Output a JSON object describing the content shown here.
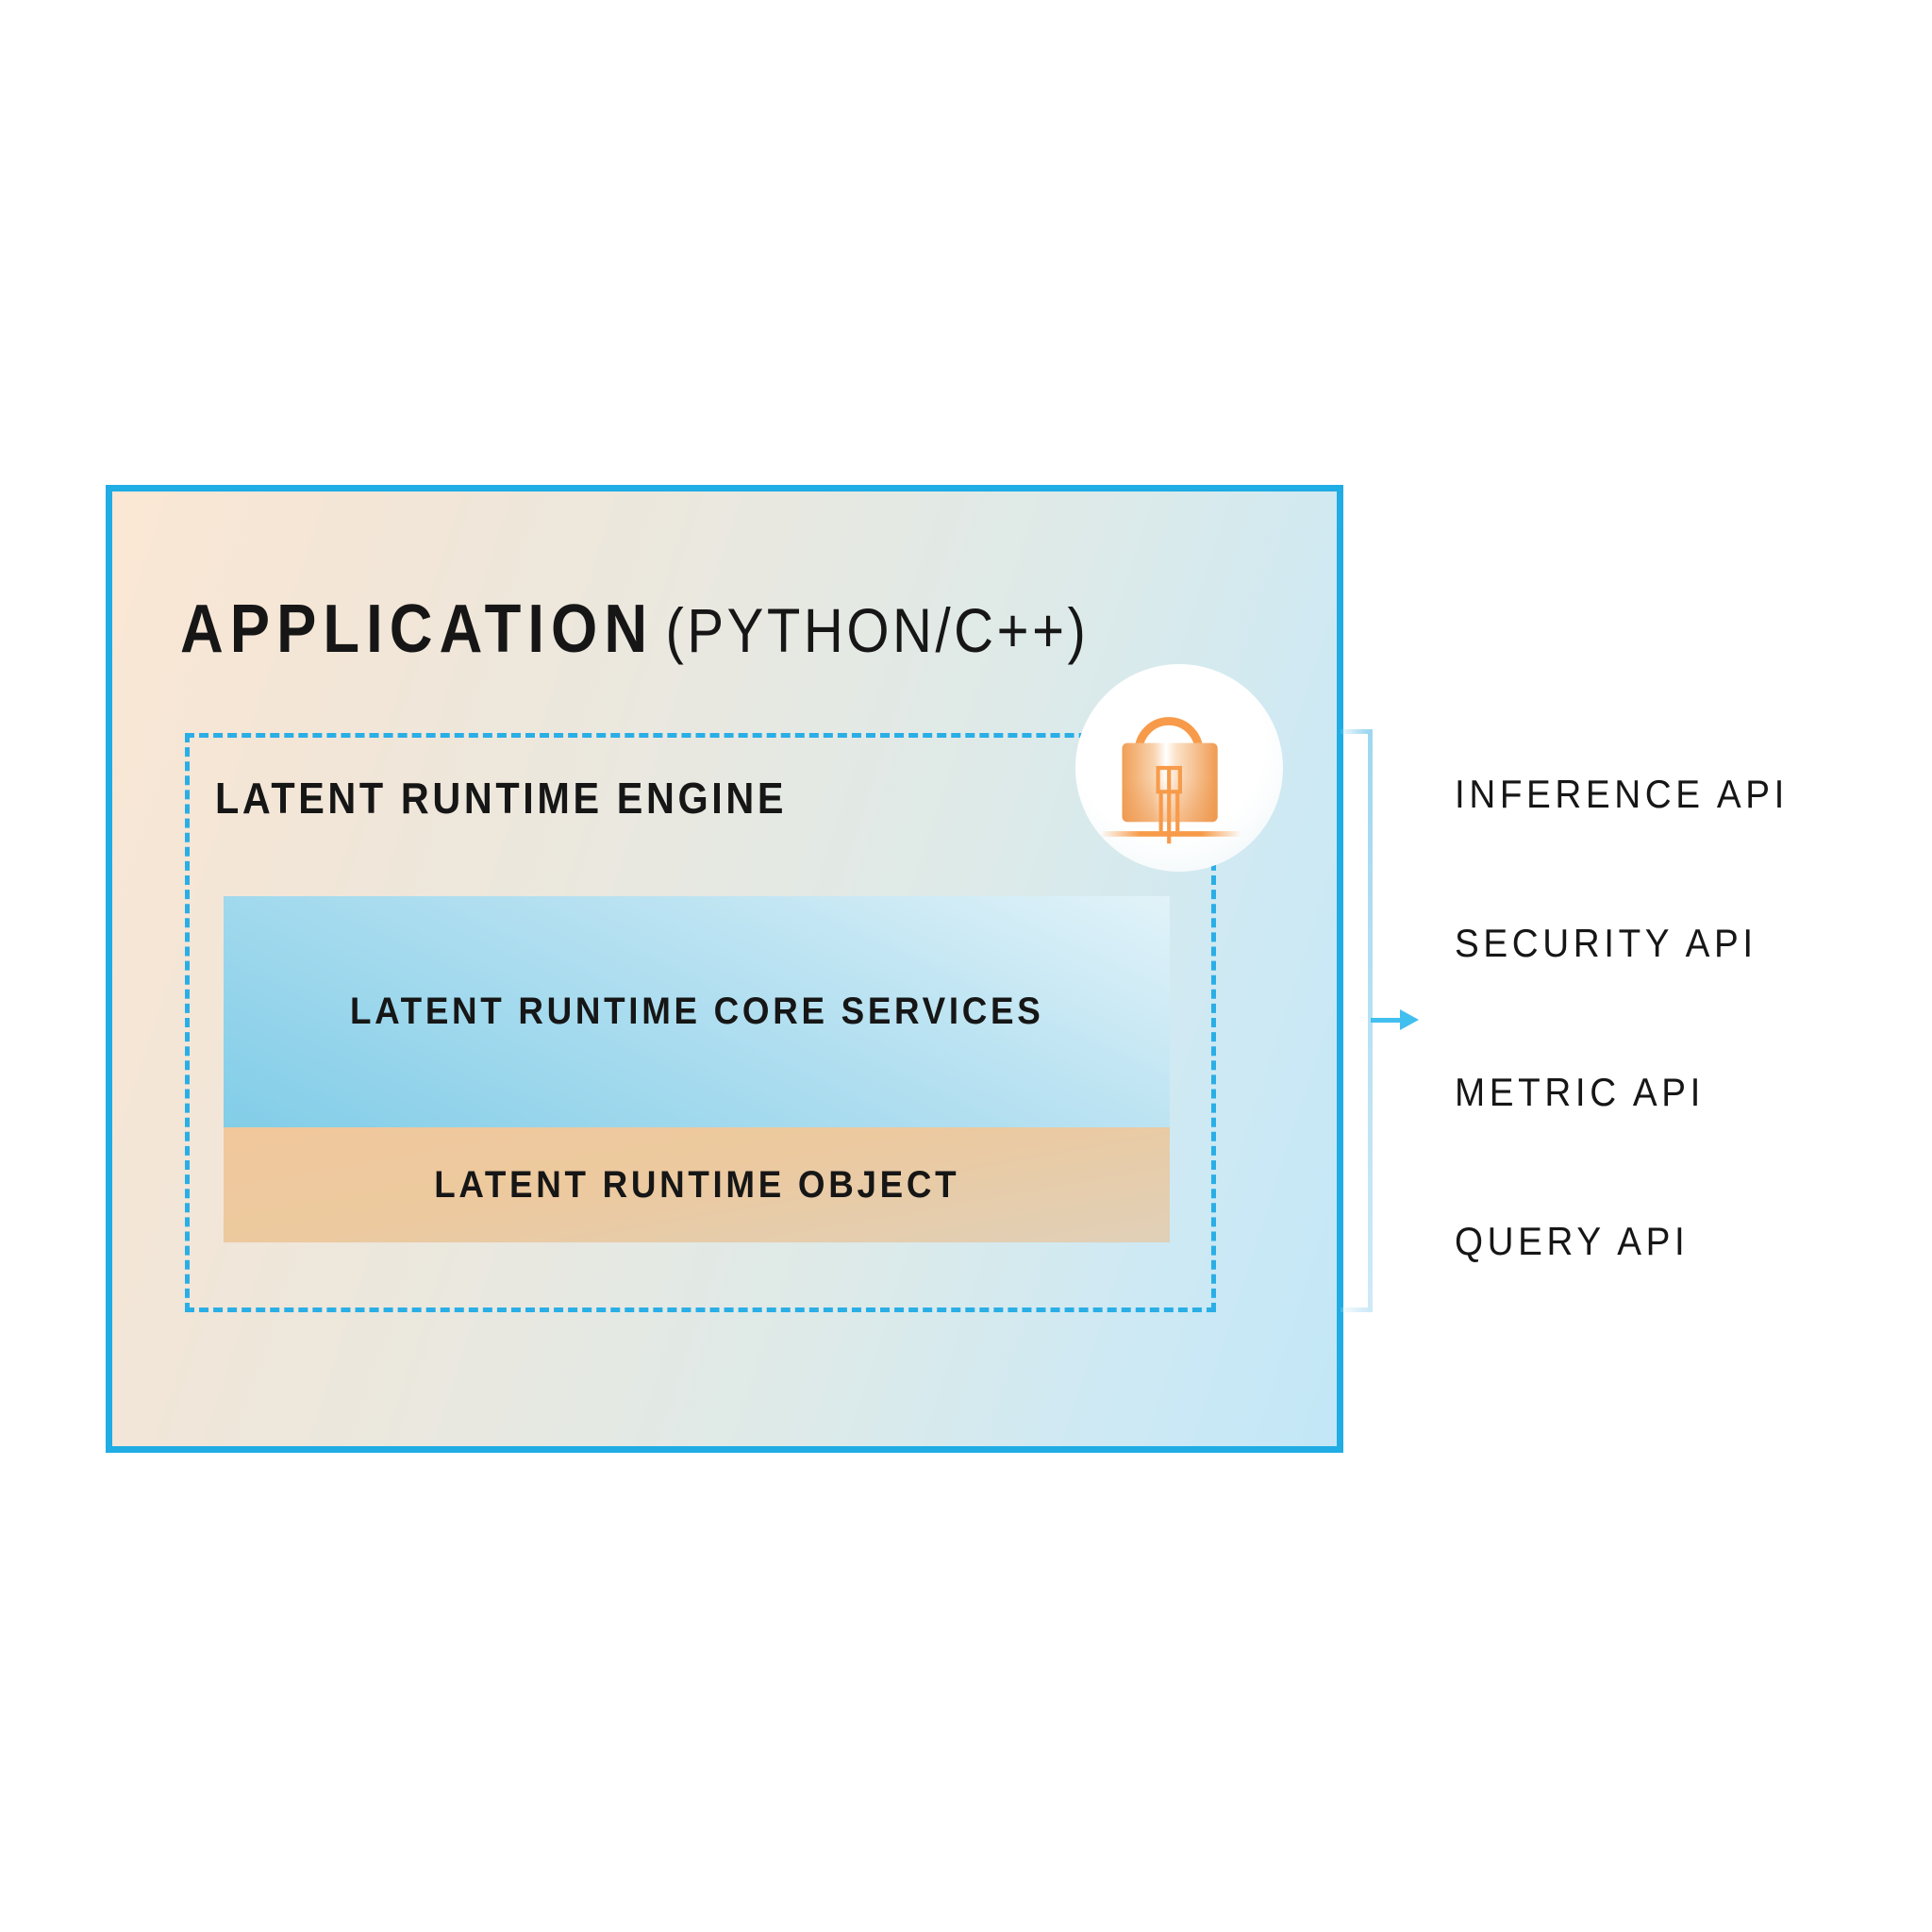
{
  "theme": {
    "canvas_bg": "#ffffff",
    "border_cyan": "#20ace4",
    "dash_cyan": "#2aaee6",
    "text_dark": "#161616",
    "bg_peach": "#fbe7d4",
    "bg_mid": "#e9e8e0",
    "bg_blue": "#c3e7f7",
    "core_top": "#bce3f2",
    "core_bottom": "#82cde8",
    "object_top": "#f1c89c",
    "object_bottom": "#e0d0b8",
    "bracket_blue": "#9fd7f0",
    "arrow_blue": "#41bfee",
    "lock_orange": "#f79b4a",
    "badge_bg": "#ffffff"
  },
  "application": {
    "title_primary": "APPLICATION",
    "title_secondary": "(PYTHON/C++)"
  },
  "engine": {
    "title": "LATENT RUNTIME ENGINE",
    "core_services_label": "LATENT RUNTIME CORE SERVICES",
    "runtime_object_label": "LATENT RUNTIME OBJECT"
  },
  "security_badge": {
    "icon": "padlock-key-icon"
  },
  "apis": {
    "items": [
      {
        "label": "INFERENCE API"
      },
      {
        "label": "SECURITY API"
      },
      {
        "label": "METRIC API"
      },
      {
        "label": "QUERY API"
      }
    ]
  }
}
